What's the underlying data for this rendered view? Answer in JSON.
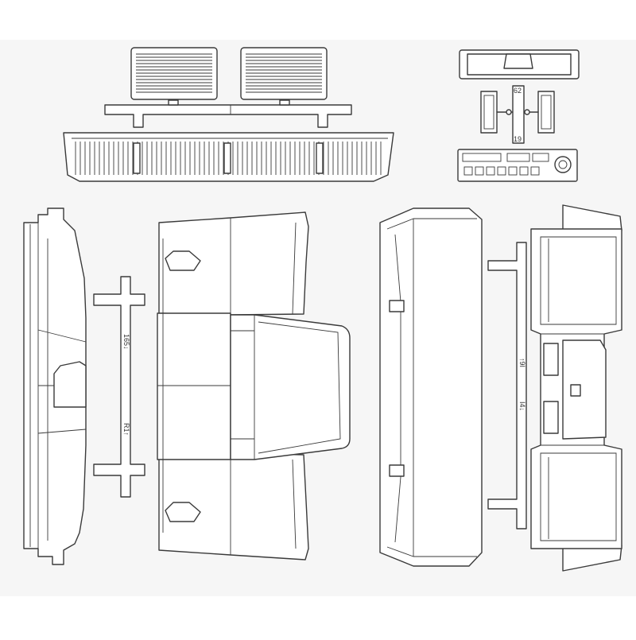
{
  "background": "#f6f6f6",
  "line_color": "#3a3a3a",
  "labels": {
    "left_sprue_top": "165↓",
    "left_sprue_bottom": "R1↑",
    "right_sprue_top": "↑9I",
    "right_sprue_bottom": "I4↓",
    "small_sprue_top": "62",
    "small_sprue_bottom": "19"
  }
}
